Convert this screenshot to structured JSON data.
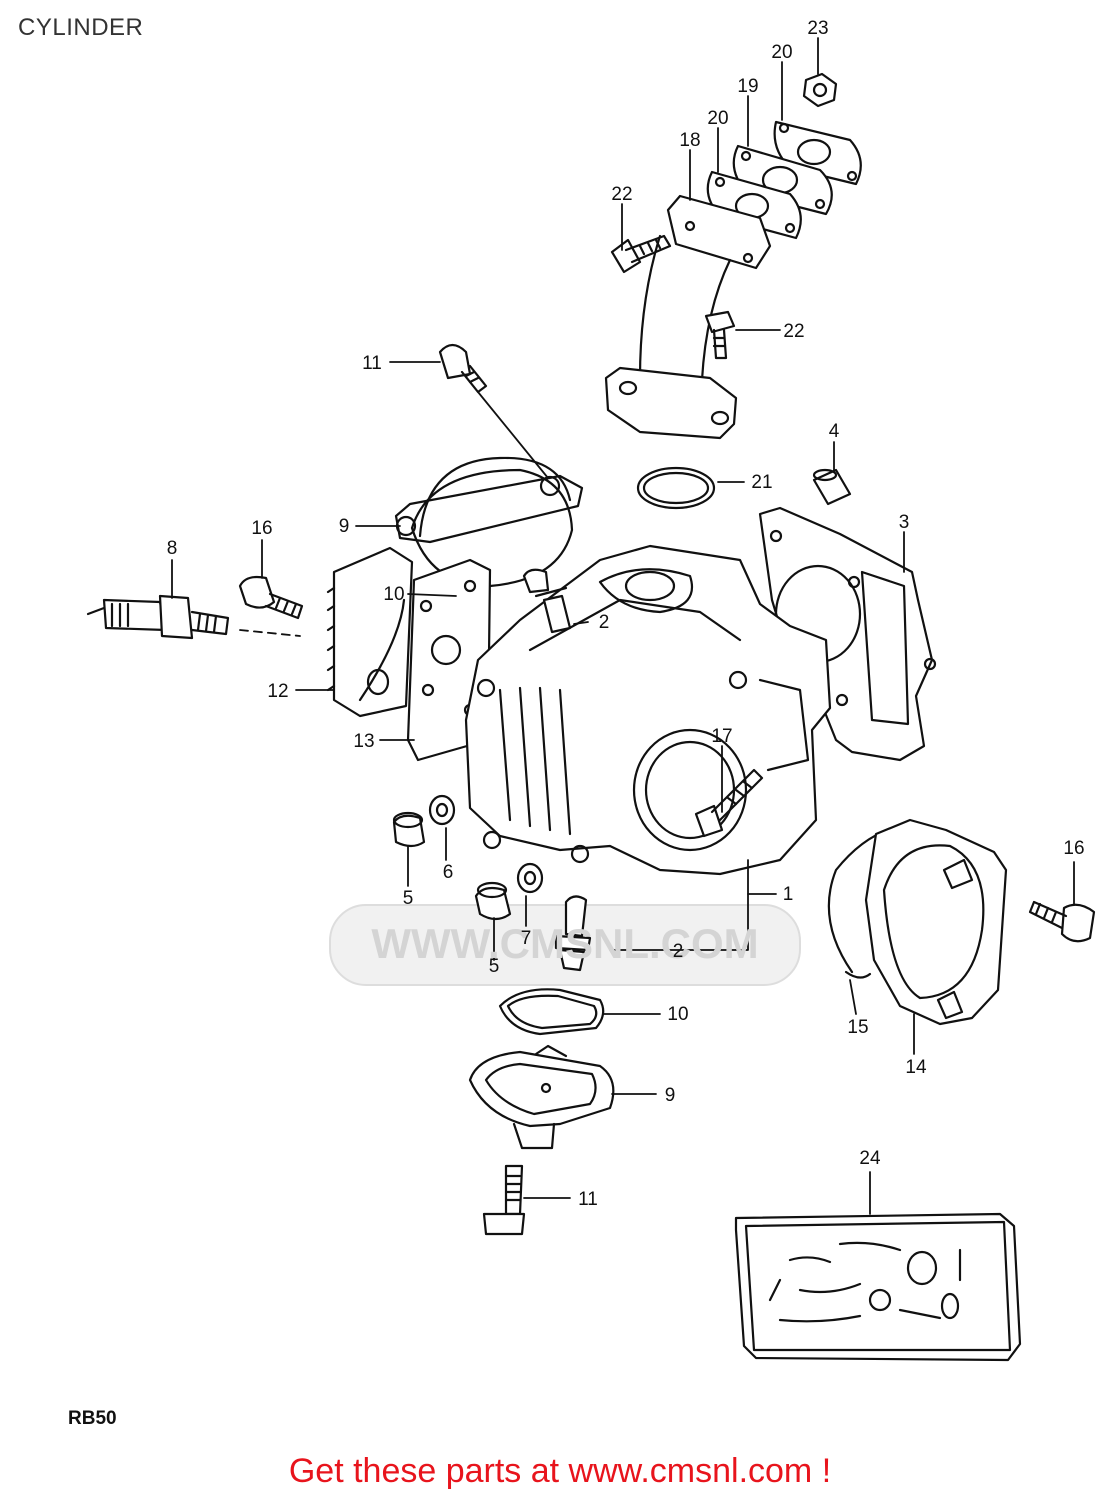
{
  "page": {
    "title": "CYLINDER",
    "model_code": "RB50",
    "footer_text": "Get these parts at www.cmsnl.com !",
    "watermark_text": "WWW.CMSNL.COM",
    "colors": {
      "footer": "#e8141c",
      "line": "#111111",
      "watermark": "#d4d4d4"
    }
  },
  "callouts": [
    {
      "id": "c-23",
      "text": "23"
    },
    {
      "id": "c-20a",
      "text": "20"
    },
    {
      "id": "c-19",
      "text": "19"
    },
    {
      "id": "c-20b",
      "text": "20"
    },
    {
      "id": "c-18",
      "text": "18"
    },
    {
      "id": "c-22a",
      "text": "22"
    },
    {
      "id": "c-22b",
      "text": "22"
    },
    {
      "id": "c-11a",
      "text": "11"
    },
    {
      "id": "c-4",
      "text": "4"
    },
    {
      "id": "c-21",
      "text": "21"
    },
    {
      "id": "c-3",
      "text": "3"
    },
    {
      "id": "c-9a",
      "text": "9"
    },
    {
      "id": "c-16a",
      "text": "16"
    },
    {
      "id": "c-8",
      "text": "8"
    },
    {
      "id": "c-10a",
      "text": "10"
    },
    {
      "id": "c-2a",
      "text": "2"
    },
    {
      "id": "c-12",
      "text": "12"
    },
    {
      "id": "c-13",
      "text": "13"
    },
    {
      "id": "c-17",
      "text": "17"
    },
    {
      "id": "c-6",
      "text": "6"
    },
    {
      "id": "c-5a",
      "text": "5"
    },
    {
      "id": "c-7",
      "text": "7"
    },
    {
      "id": "c-5b",
      "text": "5"
    },
    {
      "id": "c-1",
      "text": "1"
    },
    {
      "id": "c-2b",
      "text": "2"
    },
    {
      "id": "c-16b",
      "text": "16"
    },
    {
      "id": "c-10b",
      "text": "10"
    },
    {
      "id": "c-15",
      "text": "15"
    },
    {
      "id": "c-14",
      "text": "14"
    },
    {
      "id": "c-9b",
      "text": "9"
    },
    {
      "id": "c-11b",
      "text": "11"
    },
    {
      "id": "c-24",
      "text": "24"
    }
  ]
}
